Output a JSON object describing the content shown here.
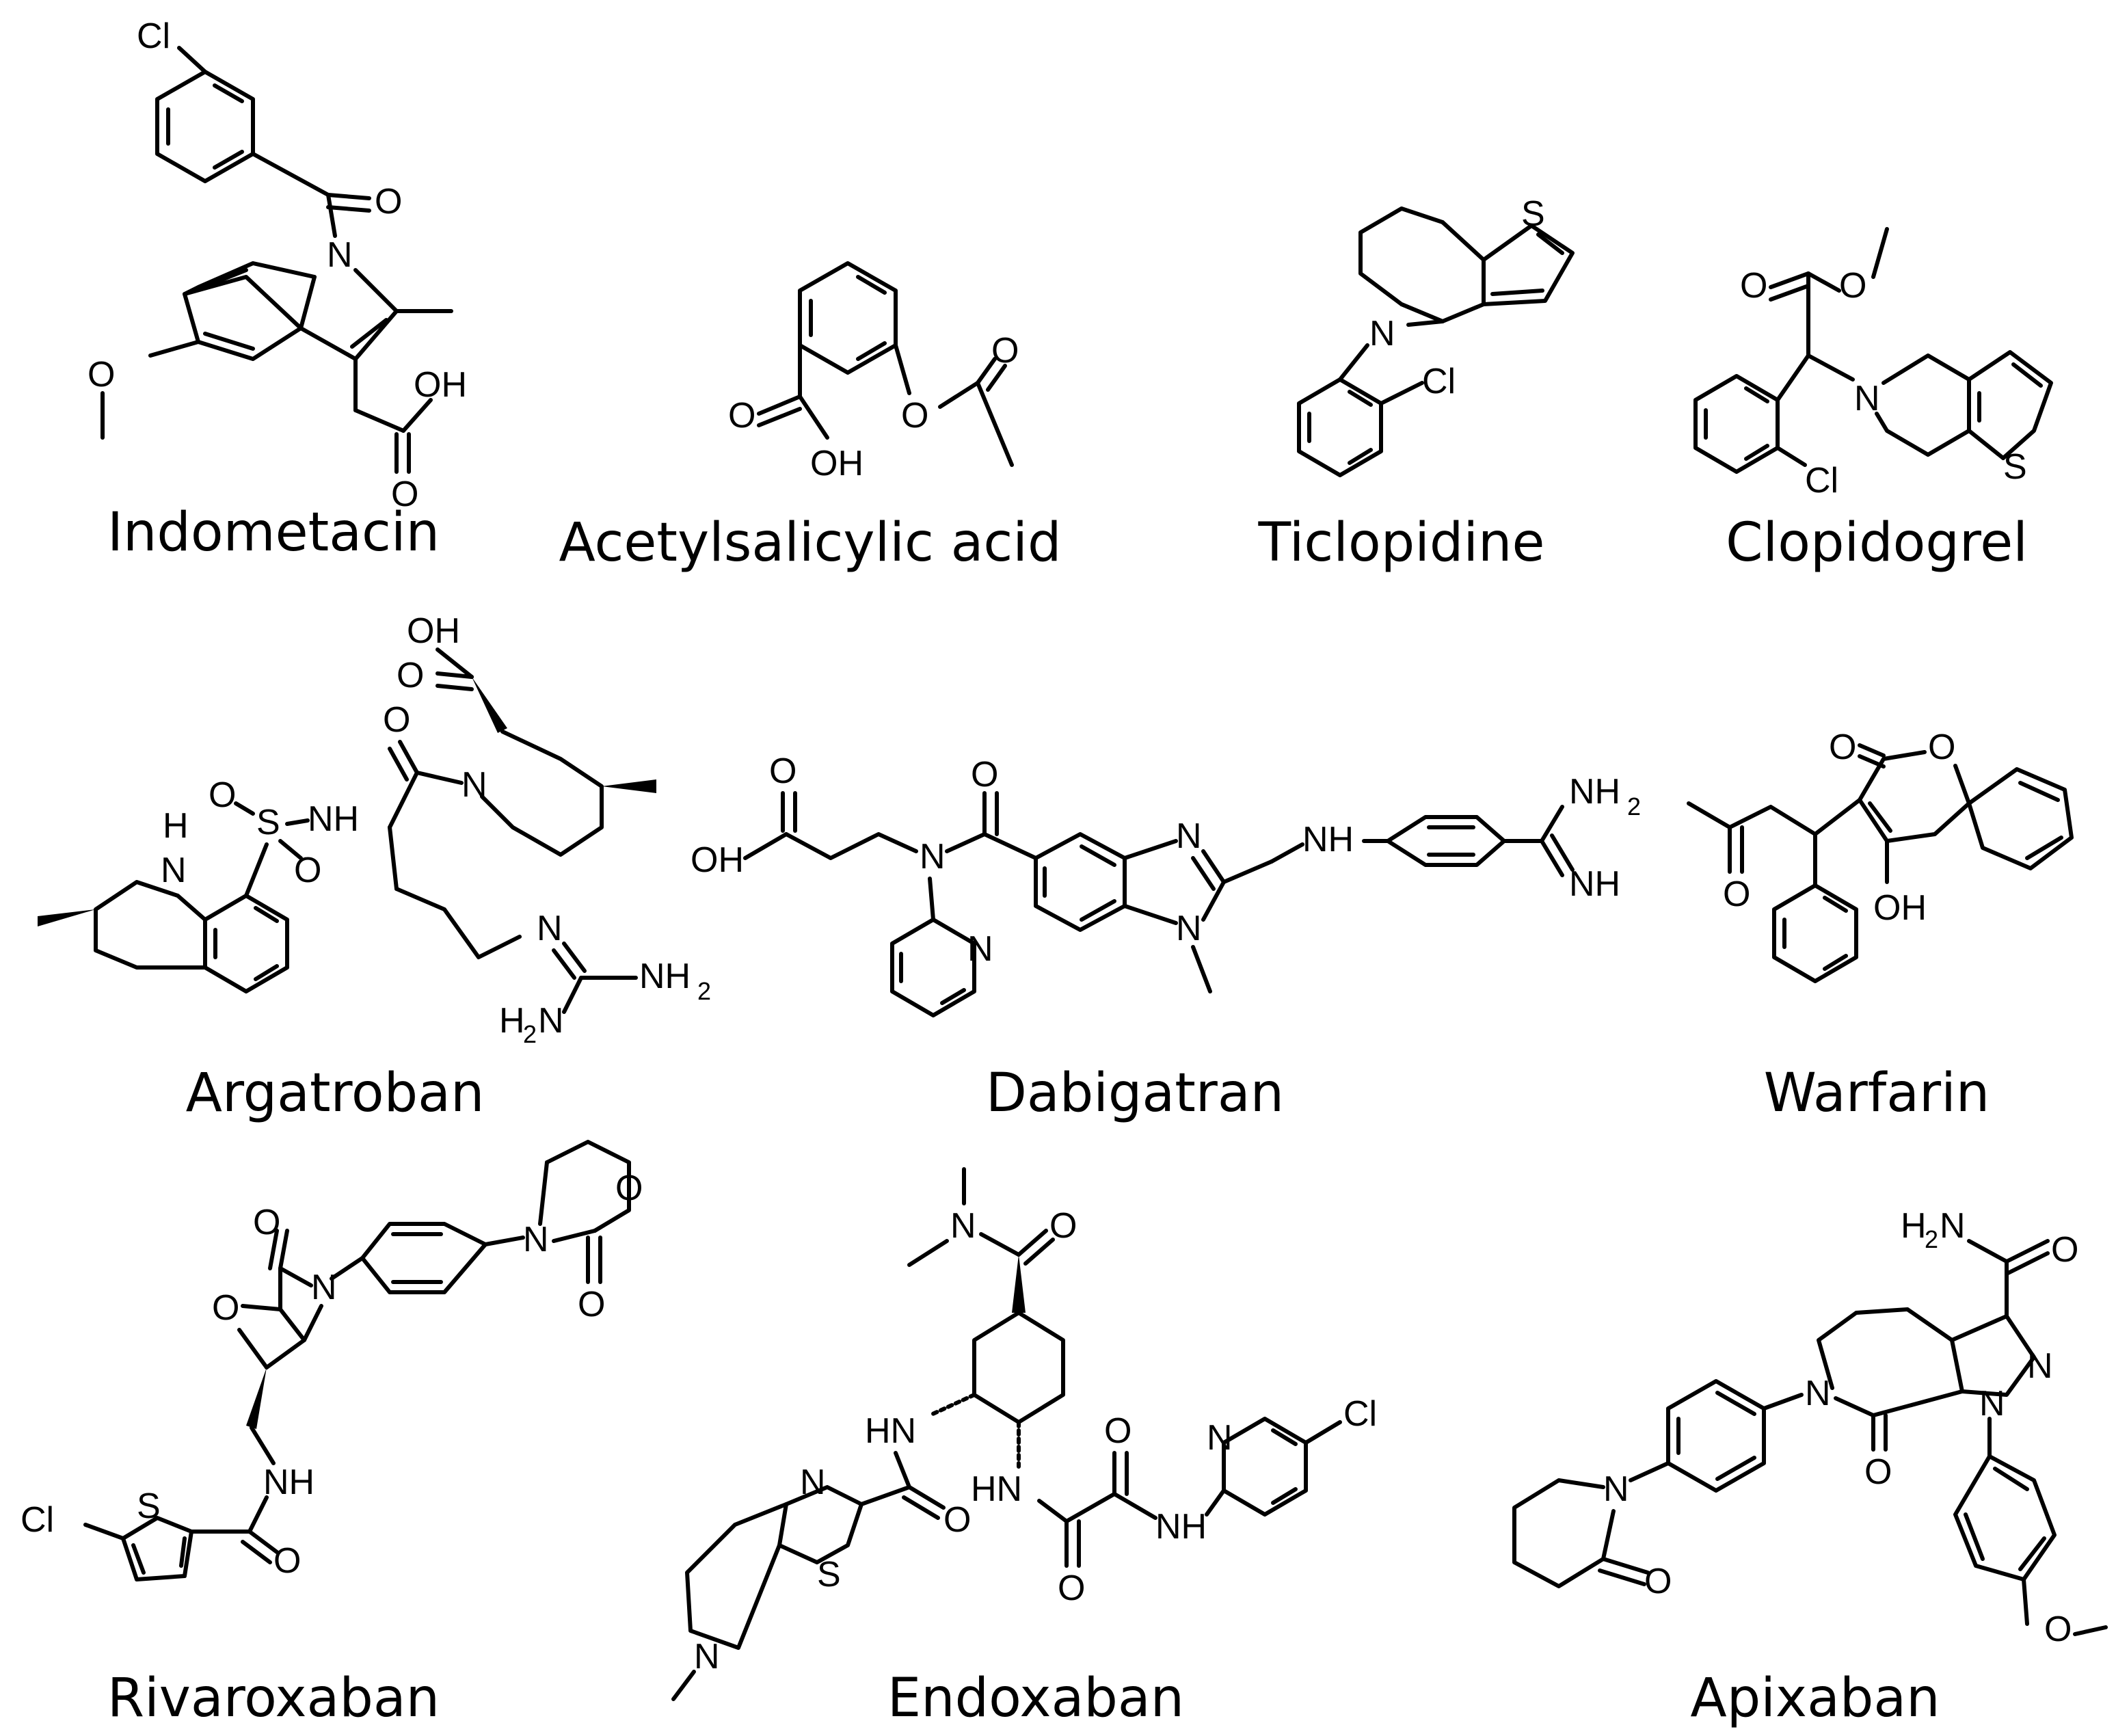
{
  "compounds": [
    {
      "id": "indometacin",
      "name": "Indometacin"
    },
    {
      "id": "acetylsalicylic",
      "name": "Acetylsalicylic acid"
    },
    {
      "id": "ticlopidine",
      "name": "Ticlopidine"
    },
    {
      "id": "clopidogrel",
      "name": "Clopidogrel"
    },
    {
      "id": "argatroban",
      "name": "Argatroban"
    },
    {
      "id": "dabigatran",
      "name": "Dabigatran"
    },
    {
      "id": "warfarin",
      "name": "Warfarin"
    },
    {
      "id": "rivaroxaban",
      "name": "Rivaroxaban"
    },
    {
      "id": "endoxaban",
      "name": "Endoxaban"
    },
    {
      "id": "apixaban",
      "name": "Apixaban"
    }
  ],
  "atoms": {
    "cl": "Cl",
    "o": "O",
    "n": "N",
    "s": "S",
    "oh": "OH",
    "h": "H",
    "nh": "NH",
    "hn": "HN",
    "h2n": "H",
    "nh2": "NH",
    "sub2": "2"
  }
}
